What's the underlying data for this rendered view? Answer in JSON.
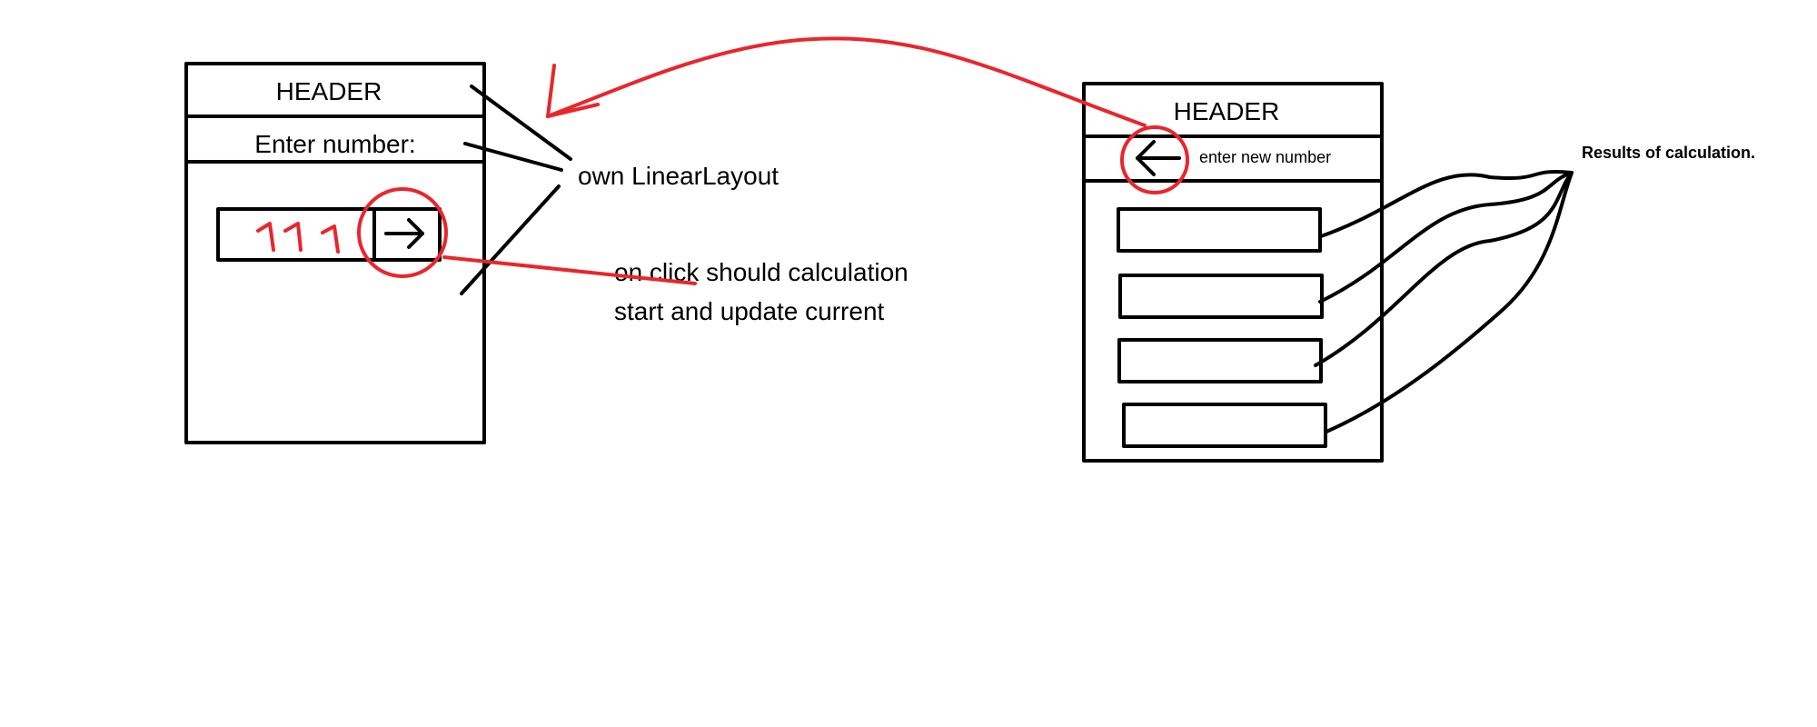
{
  "left_screen": {
    "header": "HEADER",
    "prompt": "Enter number:",
    "input_value": "111",
    "submit_icon": "arrow-right-icon"
  },
  "right_screen": {
    "header": "HEADER",
    "back_icon": "arrow-left-icon",
    "back_label": "enter new number",
    "result_row_count": 4
  },
  "annotations": {
    "linear_layout": "own LinearLayout",
    "on_click_line1": "on click should calculation",
    "on_click_line2": "start and update current",
    "results": "Results of calculation."
  },
  "colors": {
    "ink": "#000000",
    "highlight": "#e8262c"
  }
}
